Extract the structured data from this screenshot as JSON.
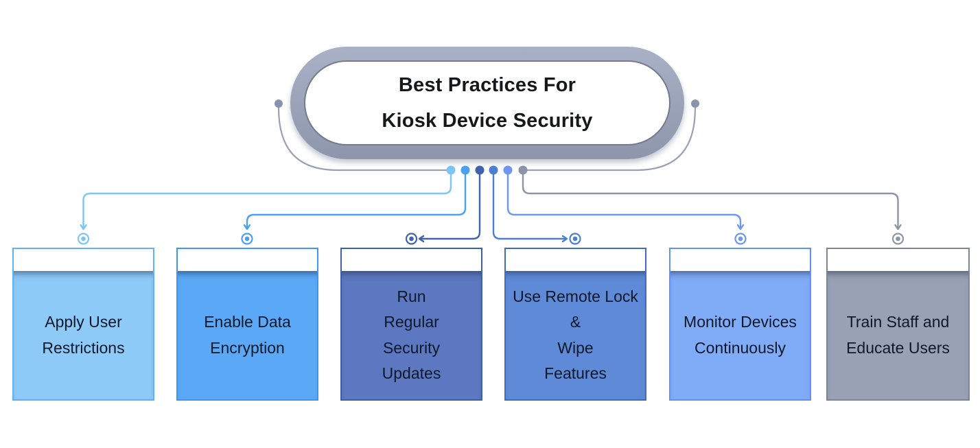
{
  "title": {
    "lines": [
      "Best Practices For",
      "Kiosk Device Security"
    ]
  },
  "colors": {
    "pill_ring_top": "#a9b1c6",
    "pill_ring_bottom": "#8e96ab",
    "pill_inner_border": "#757b8d",
    "trunk": "#98a0b4",
    "side_dot": "#8a93ac",
    "text_dark": "#10182a",
    "title_text": "#17181c",
    "background": "#ffffff"
  },
  "nodes": [
    {
      "label_lines": [
        "Apply User",
        "Restrictions"
      ],
      "body": "#8ecaf8",
      "border": "#5fb2f3",
      "line": "#7cc5f8"
    },
    {
      "label_lines": [
        "Enable Data",
        "Encryption"
      ],
      "body": "#5ba9f6",
      "border": "#3d97f0",
      "line": "#4ba0f4"
    },
    {
      "label_lines": [
        "Run",
        "Regular",
        "Security",
        "Updates"
      ],
      "body": "#5b78c0",
      "border": "#3f5fa8",
      "line": "#4063ae"
    },
    {
      "label_lines": [
        "Use Remote Lock",
        "&",
        "Wipe",
        "Features"
      ],
      "body": "#5e8ad8",
      "border": "#3f6cc0",
      "line": "#4c7fd2"
    },
    {
      "label_lines": [
        "Monitor Devices",
        "Continuously"
      ],
      "body": "#7fabf7",
      "border": "#5f92f2",
      "line": "#6e97f0"
    },
    {
      "label_lines": [
        "Train Staff and",
        "Educate Users"
      ],
      "body": "#99a1b4",
      "border": "#7d8498",
      "line": "#8b94a8"
    }
  ]
}
